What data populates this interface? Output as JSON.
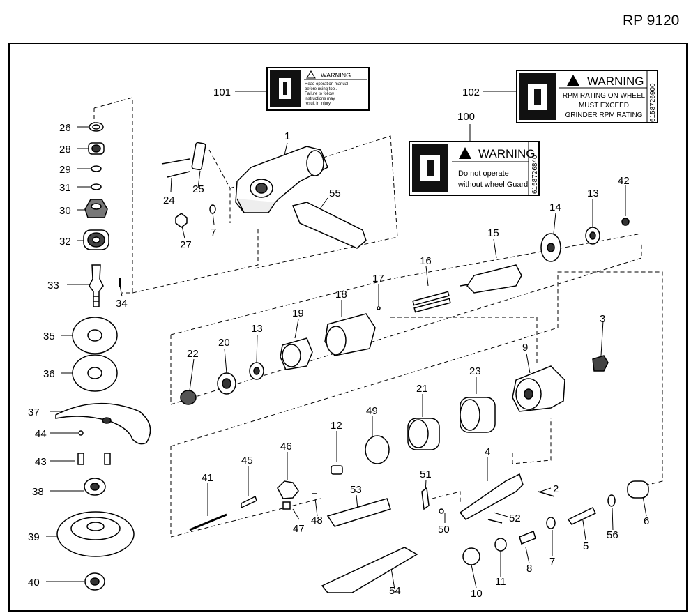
{
  "document_code": "RP 9120",
  "labels": {
    "101": {
      "warning_title": "WARNING",
      "small_text": [
        "Read operation manual",
        "before using tool.",
        "Failure to follow",
        "instructions may",
        "result in injury."
      ]
    },
    "102": {
      "warning_title": "WARNING",
      "lines": [
        "RPM RATING ON WHEEL",
        "MUST EXCEED",
        "GRINDER RPM RATING"
      ],
      "code": "6158726900"
    },
    "100": {
      "warning_title": "WARNING",
      "lines": [
        "Do not operate",
        "without wheel Guard"
      ],
      "code": "6158726840"
    }
  },
  "callouts": [
    "1",
    "2",
    "3",
    "4",
    "5",
    "6",
    "7",
    "7",
    "8",
    "9",
    "10",
    "11",
    "12",
    "13",
    "13",
    "14",
    "15",
    "16",
    "17",
    "18",
    "19",
    "20",
    "21",
    "22",
    "23",
    "24",
    "25",
    "26",
    "27",
    "28",
    "29",
    "30",
    "31",
    "32",
    "33",
    "34",
    "35",
    "36",
    "37",
    "38",
    "39",
    "40",
    "41",
    "42",
    "43",
    "44",
    "45",
    "46",
    "47",
    "48",
    "49",
    "50",
    "51",
    "52",
    "53",
    "54",
    "55",
    "56",
    "100",
    "101",
    "102"
  ]
}
